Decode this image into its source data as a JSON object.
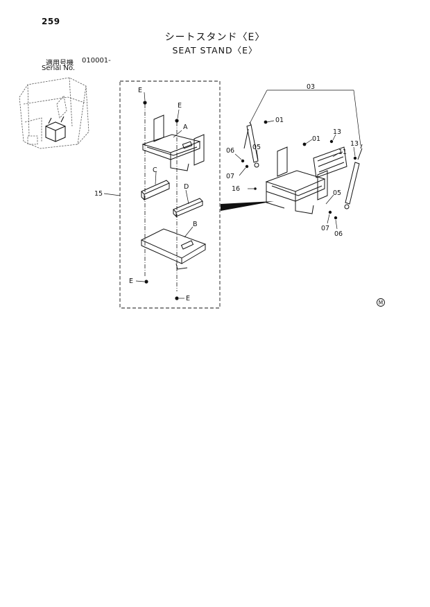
{
  "page_number": "259",
  "title_jp": "シートスタンド〈E〉",
  "title_en": "SEAT STAND〈E〉",
  "serial": {
    "label_jp": "適用号機",
    "range": "010001-",
    "label_en": "Serial No."
  },
  "callouts": {
    "e1": "E",
    "e2": "E",
    "e3": "E",
    "e4": "E",
    "a": "A",
    "b": "B",
    "c": "C",
    "d": "D",
    "p15": "15",
    "p03": "03",
    "p01a": "01",
    "p01b": "01",
    "p13a": "13",
    "p13b": "13",
    "p11": "11",
    "p05a": "05",
    "p05b": "05",
    "p06a": "06",
    "p06b": "06",
    "p07a": "07",
    "p07b": "07",
    "p16": "16"
  },
  "marker": "M"
}
